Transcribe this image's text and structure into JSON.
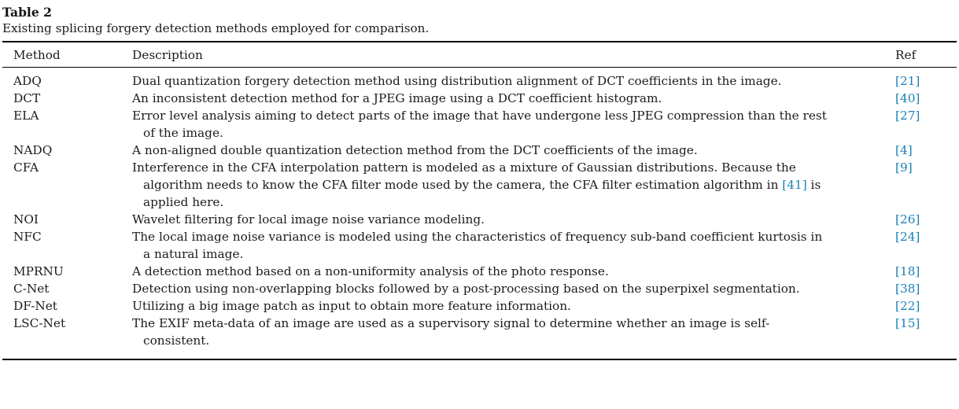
{
  "page": {
    "title": "Table 2",
    "caption": "Existing splicing forgery detection methods employed for comparison."
  },
  "colors": {
    "citation_link": "#1a80b8",
    "text": "#1b1b1b",
    "rule": "#000000"
  },
  "table": {
    "columns": {
      "method": "Method",
      "description": "Description",
      "ref": "Ref"
    },
    "rows": [
      {
        "method": "ADQ",
        "description": "Dual quantization forgery detection method using distribution alignment of DCT coefficients in the image.",
        "ref": "[21]"
      },
      {
        "method": "DCT",
        "description": "An inconsistent detection method for a JPEG image using a DCT coefficient histogram.",
        "ref": "[40]"
      },
      {
        "method": "ELA",
        "description": "Error level analysis aiming to detect parts of the image that have undergone less JPEG compression than the rest of the image.",
        "ref": "[27]"
      },
      {
        "method": "NADQ",
        "description": "A non-aligned double quantization detection method from the DCT coefficients of the image.",
        "ref": "[4]"
      },
      {
        "method": "CFA",
        "description_pre": "Interference in the CFA interpolation pattern is modeled as a mixture of Gaussian distributions. Because the algorithm needs to know the CFA filter mode used by the camera, the CFA filter estimation algorithm in ",
        "description_cite": "[41]",
        "description_post": " is applied here.",
        "ref": "[9]"
      },
      {
        "method": "NOI",
        "description": "Wavelet filtering for local image noise variance modeling.",
        "ref": "[26]"
      },
      {
        "method": "NFC",
        "description": "The local image noise variance is modeled using the characteristics of frequency sub-band coefficient kurtosis in a natural image.",
        "ref": "[24]"
      },
      {
        "method": "MPRNU",
        "description": "A detection method based on a non-uniformity analysis of the photo response.",
        "ref": "[18]"
      },
      {
        "method": "C-Net",
        "description": "Detection using non-overlapping blocks followed by a post-processing based on the superpixel segmentation.",
        "ref": "[38]"
      },
      {
        "method": "DF-Net",
        "description": "Utilizing a big image patch as input to obtain more feature information.",
        "ref": "[22]"
      },
      {
        "method": "LSC-Net",
        "description": "The EXIF meta-data of an image are used as a supervisory signal to determine whether an image is self-consistent.",
        "ref": "[15]"
      }
    ]
  }
}
